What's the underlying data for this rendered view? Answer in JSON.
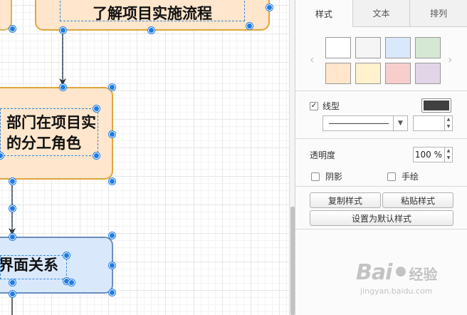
{
  "canvas": {
    "shapes": [
      {
        "id": "top",
        "label": "了解项目实施流程"
      },
      {
        "id": "middle",
        "label_line1": "部门在项目实",
        "label_line2": "的分工角色"
      },
      {
        "id": "bottom",
        "label": "界面关系"
      }
    ],
    "colors": {
      "handle": "#1f7be0",
      "edge": "#333333",
      "orange_fill": "#ffe6cc",
      "blue_fill": "#dae8fc"
    }
  },
  "panel": {
    "tabs": [
      {
        "label": "样式",
        "active": true
      },
      {
        "label": "文本",
        "active": false
      },
      {
        "label": "排列",
        "active": false
      }
    ],
    "swatches": [
      "#ffffff",
      "#f5f5f5",
      "#dae8fc",
      "#d5e8d4",
      "#ffe6cc",
      "#fff2cc",
      "#f8cecc",
      "#e1d5e7"
    ],
    "line": {
      "checked": true,
      "label": "线型",
      "color": "#404040",
      "width_value": ""
    },
    "opacity": {
      "label": "透明度",
      "value": "100 %"
    },
    "shadow": {
      "label": "阴影",
      "checked": false
    },
    "sketch": {
      "label": "手绘",
      "checked": false
    },
    "buttons": {
      "copy_style": "复制样式",
      "paste_style": "粘贴样式",
      "set_default": "设置为默认样式"
    }
  },
  "watermark": {
    "brand_latin": "Bai",
    "brand_cn": "经验",
    "url": "jingyan.baidu.com"
  }
}
